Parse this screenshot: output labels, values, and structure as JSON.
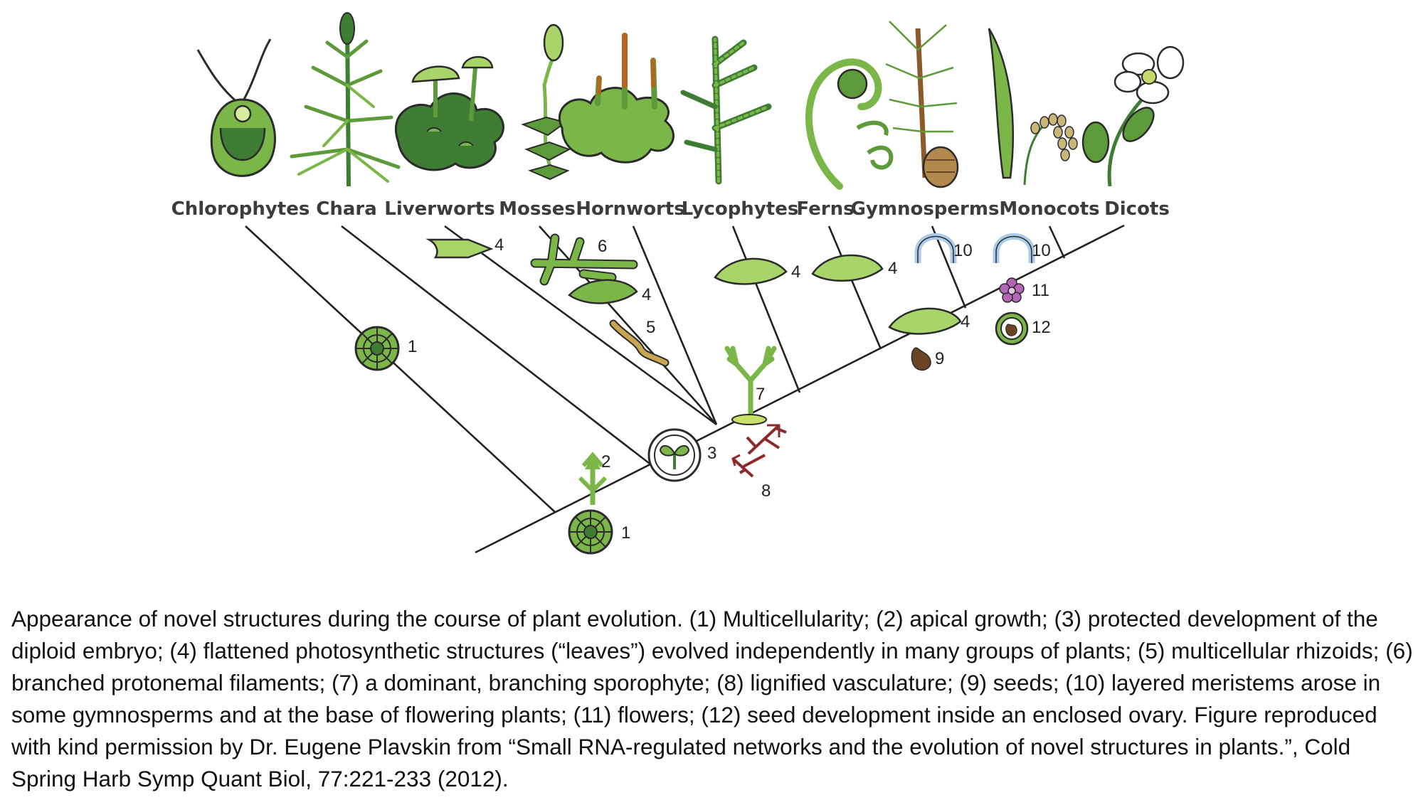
{
  "taxa": [
    "Chlorophytes",
    "Chara",
    "Liverworts",
    "Mosses",
    "Hornworts",
    "Lycophytes",
    "Ferns",
    "Gymnosperms",
    "Monocots",
    "Dicots"
  ],
  "markers": {
    "m1a": "1",
    "m1b": "1",
    "m2": "2",
    "m3": "3",
    "m4_liv": "4",
    "m4_moss": "4",
    "m4_lyc": "4",
    "m4_fern": "4",
    "m4_gym": "4",
    "m5": "5",
    "m6": "6",
    "m7": "7",
    "m8": "8",
    "m9": "9",
    "m10_gym": "10",
    "m10_mono": "10",
    "m11": "11",
    "m12": "12"
  },
  "caption": "Appearance of novel structures during the course of plant evolution. (1) Multicellularity; (2) apical growth; (3) protected development of the diploid embryo; (4) flattened photosynthetic structures (“leaves”) evolved independently in many groups of plants; (5) multicellular rhizoids; (6) branched protonemal filaments; (7) a dominant, branching sporophyte; (8) lignified vasculature; (9) seeds; (10) layered meristems arose in some gymnosperms and at the base of flowering plants; (11) flowers; (12) seed development inside an enclosed ovary. Figure reproduced with kind permission by Dr. Eugene Plavskin from “Small RNA-regulated networks and the evolution of novel structures in plants.”, Cold Spring Harb Symp Quant Biol, 77:221-233 (2012).",
  "colors": {
    "dark_green": "#3f7d35",
    "mid_green": "#7ab648",
    "light_green": "#a8d46a",
    "outline": "#2b2b2b",
    "vasculature": "#8b2a2a",
    "meristem_blue": "#a9cbe8",
    "flower_purple": "#b565b8",
    "seed_brown": "#6b4423"
  }
}
